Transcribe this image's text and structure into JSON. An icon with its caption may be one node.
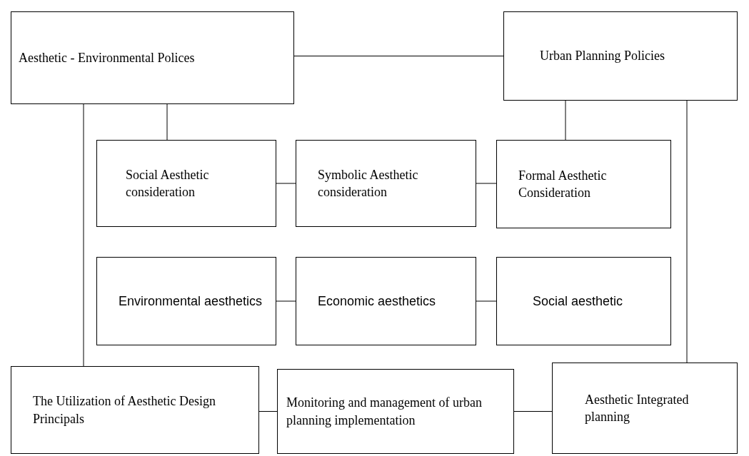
{
  "diagram": {
    "nodes": [
      {
        "text": [
          "Aesthetic - Environmental Polices"
        ]
      },
      {
        "text": [
          "Urban Planning Policies"
        ]
      },
      {
        "text": [
          "Social Aesthetic consideration"
        ]
      },
      {
        "text": [
          "Symbolic Aesthetic consideration"
        ]
      },
      {
        "text": [
          "Formal Aesthetic Consideration"
        ]
      },
      {
        "text": [
          "Environmental aesthetics"
        ]
      },
      {
        "text": [
          "Economic aesthetics"
        ]
      },
      {
        "text": [
          "Social aesthetic"
        ]
      },
      {
        "text": [
          "The Utilization of Aesthetic Design Principals"
        ]
      },
      {
        "text": [
          "Monitoring and management of urban planning implementation"
        ]
      },
      {
        "text": [
          "Aesthetic Integrated planning"
        ]
      }
    ],
    "edges": [
      {
        "from": 0,
        "to": 1,
        "arrow": "none"
      },
      {
        "from": 0,
        "to": 2,
        "arrow": "none"
      },
      {
        "from": 1,
        "to": 4,
        "arrow": "none"
      },
      {
        "from": 2,
        "to": 3,
        "arrow": "none"
      },
      {
        "from": 3,
        "to": 4,
        "arrow": "none"
      },
      {
        "from": 5,
        "to": 6,
        "arrow": "none"
      },
      {
        "from": 6,
        "to": 7,
        "arrow": "none"
      },
      {
        "from": 0,
        "to": 8,
        "arrow": "none"
      },
      {
        "from": 1,
        "to": 10,
        "arrow": "none"
      },
      {
        "from": 8,
        "to": 9,
        "arrow": "none"
      },
      {
        "from": 9,
        "to": 10,
        "arrow": "none"
      }
    ]
  }
}
